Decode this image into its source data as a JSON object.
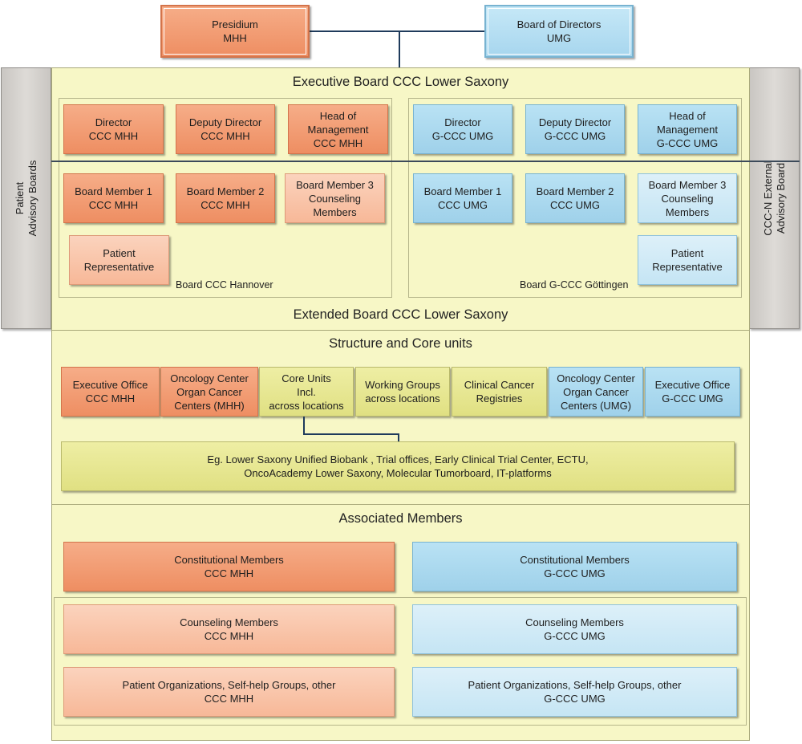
{
  "top": {
    "presidium": [
      "Presidium",
      "MHH"
    ],
    "board_directors": [
      "Board of Directors",
      "UMG"
    ]
  },
  "side": {
    "left": [
      "Patient",
      "Advisory Boards"
    ],
    "right": [
      "CCC-N External",
      "Advisory Board"
    ]
  },
  "executive_board": {
    "title": "Executive Board CCC Lower Saxony",
    "extended_title": "Extended Board CCC Lower Saxony",
    "hannover_label": "Board CCC Hannover",
    "goettingen_label": "Board G-CCC Göttingen",
    "mhh": {
      "director": [
        "Director",
        "CCC MHH"
      ],
      "deputy": [
        "Deputy Director",
        "CCC MHH"
      ],
      "head": [
        "Head of",
        "Management",
        "CCC MHH"
      ],
      "member1": [
        "Board Member 1",
        "CCC MHH"
      ],
      "member2": [
        "Board Member 2",
        "CCC MHH"
      ],
      "member3": [
        "Board Member 3",
        "Counseling",
        "Members"
      ],
      "patient": [
        "Patient",
        "Representative"
      ]
    },
    "umg": {
      "director": [
        "Director",
        "G-CCC UMG"
      ],
      "deputy": [
        "Deputy Director",
        "G-CCC UMG"
      ],
      "head": [
        "Head of",
        "Management",
        "G-CCC UMG"
      ],
      "member1": [
        "Board Member 1",
        "CCC UMG"
      ],
      "member2": [
        "Board Member 2",
        "CCC UMG"
      ],
      "member3": [
        "Board Member 3",
        "Counseling",
        "Members"
      ],
      "patient": [
        "Patient",
        "Representative"
      ]
    }
  },
  "structure": {
    "title": "Structure and Core units",
    "units": [
      [
        "Executive Office",
        "CCC MHH"
      ],
      [
        "Oncology Center",
        "Organ Cancer",
        "Centers (MHH)"
      ],
      [
        "Core Units",
        "Incl.",
        "across locations"
      ],
      [
        "Working Groups",
        "across locations"
      ],
      [
        "Clinical Cancer",
        "Registries"
      ],
      [
        "Oncology Center",
        "Organ Cancer",
        "Centers (UMG)"
      ],
      [
        "Executive Office",
        "G-CCC UMG"
      ]
    ],
    "examples": [
      "Eg. Lower Saxony Unified Biobank , Trial offices, Early Clinical Trial Center, ECTU,",
      "OncoAcademy Lower Saxony, Molecular Tumorboard, IT-platforms"
    ]
  },
  "associated": {
    "title": "Associated Members",
    "constitutional_mhh": [
      "Constitutional Members",
      "CCC MHH"
    ],
    "constitutional_umg": [
      "Constitutional Members",
      "G-CCC UMG"
    ],
    "counseling_mhh": [
      "Counseling Members",
      "CCC MHH"
    ],
    "counseling_umg": [
      "Counseling Members",
      "G-CCC UMG"
    ],
    "patient_mhh": [
      "Patient Organizations, Self-help Groups, other",
      "CCC MHH"
    ],
    "patient_umg": [
      "Patient Organizations, Self-help Groups, other",
      "G-CCC UMG"
    ]
  }
}
